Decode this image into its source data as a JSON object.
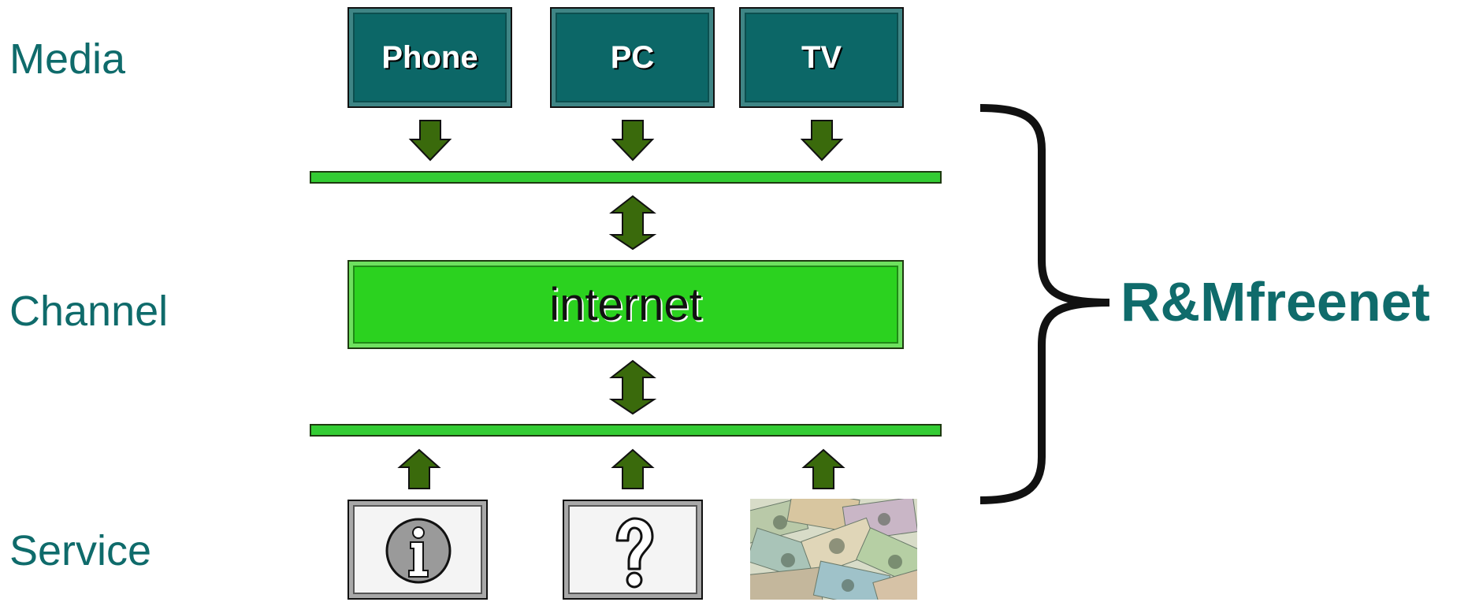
{
  "rows": {
    "media": "Media",
    "channel": "Channel",
    "service": "Service"
  },
  "media": {
    "items": [
      {
        "label": "Phone"
      },
      {
        "label": "PC"
      },
      {
        "label": "TV"
      }
    ]
  },
  "channel": {
    "label": "internet"
  },
  "service": {
    "items": [
      {
        "icon": "info-icon"
      },
      {
        "icon": "question-mark-icon"
      },
      {
        "icon": "banknotes-image"
      }
    ]
  },
  "brand": {
    "label": "R&Mfreenet"
  },
  "colors": {
    "teal": "#0c6767",
    "text_teal": "#0f6b6b",
    "green_bus": "#33cc33",
    "green_box": "#2bd21f",
    "arrow_green": "#3a6a0c"
  }
}
